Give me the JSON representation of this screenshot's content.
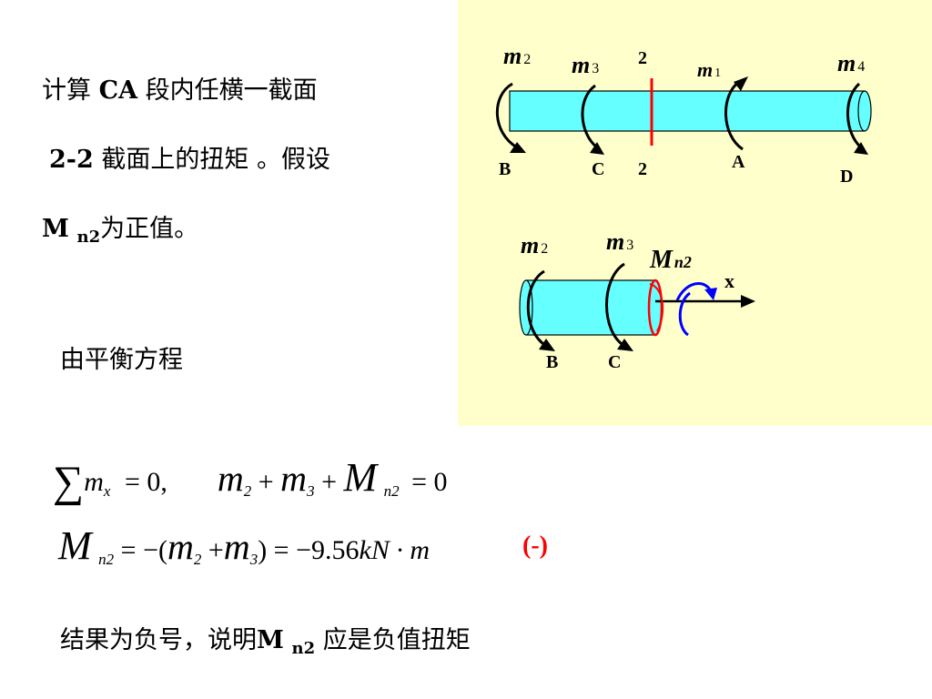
{
  "text": {
    "line1_pre": "计算 ",
    "line1_ca": "CA",
    "line1_post": " 段内任横一截面",
    "line2_num": "2-2",
    "line2_post": " 截面上的扭矩 。假设",
    "line3_m": "M",
    "line3_sub": "n2",
    "line3_post": "为正值。",
    "line4": "由平衡方程",
    "line5_pre": "结果为负号，说明",
    "line5_m": "M",
    "line5_sub": "n2",
    "line5_post": " 应是负值扭矩"
  },
  "top_diagram": {
    "m2": "m",
    "m2_sub": "2",
    "m3": "m",
    "m3_sub": "3",
    "m1": "m",
    "m1_sub": "1",
    "m4": "m",
    "m4_sub": "4",
    "section_top": "2",
    "section_bottom": "2",
    "label_B": "B",
    "label_C": "C",
    "label_A": "A",
    "label_D": "D"
  },
  "bottom_diagram": {
    "m2": "m",
    "m2_sub": "2",
    "m3": "m",
    "m3_sub": "3",
    "mn2": "M",
    "mn2_sub": "n2",
    "axis_x": "x",
    "label_B": "B",
    "label_C": "C"
  },
  "equation1": {
    "sum_sym": "∑",
    "mx": "m",
    "mx_sub": "x",
    "eq_zero": "= 0,",
    "m2": "m",
    "m2_sub": "2",
    "plus1": "+",
    "m3": "m",
    "m3_sub": "3",
    "plus2": "+",
    "M": "M",
    "M_sub": "n2",
    "tail": "= 0"
  },
  "equation2": {
    "M": "M",
    "M_sub": "n2",
    "eq_open": "= −(",
    "m2": "m",
    "m2_sub": "2",
    "plus": "+",
    "m3": "m",
    "m3_sub": "3",
    "close_eq": ") = −9.56",
    "unit": "kN · m",
    "sign": "(-)"
  },
  "colors": {
    "panel_bg": "#ffffcc",
    "shaft": "#66ffff",
    "section_line": "#ff0000",
    "torque_arrow": "#000000",
    "mn2_arrow": "#0000ff",
    "sign": "#ff0000"
  }
}
